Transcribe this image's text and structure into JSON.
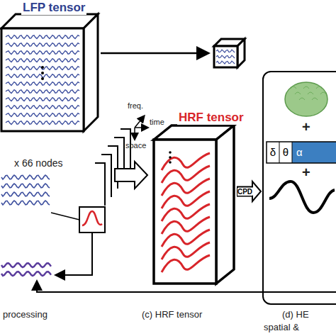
{
  "diagram": {
    "nodes": [
      {
        "text": [
          "LFP tensor"
        ]
      },
      {
        "text": [
          "HRF tensor"
        ]
      },
      {
        "text": [
          "δ",
          "θ",
          "α"
        ]
      }
    ],
    "edges": [
      {
        "from": 1,
        "to": 2,
        "arrow": "to",
        "label": "CPD"
      }
    ],
    "labels": [
      "x 66 nodes",
      "freq.",
      "time",
      "space",
      "+",
      "+",
      "processing",
      "(c) HRF tensor",
      "(d) HE",
      "spatial &"
    ]
  }
}
